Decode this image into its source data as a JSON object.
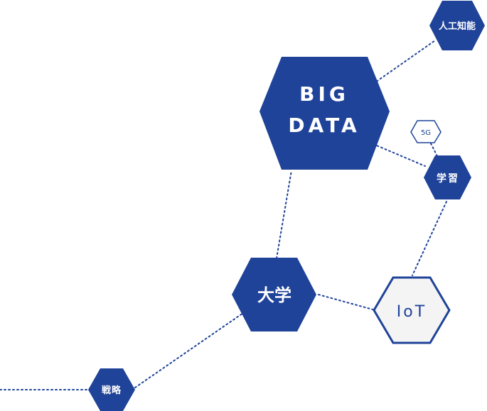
{
  "nodes": {
    "bigdata": {
      "line1": "BIG",
      "line2": "DATA"
    },
    "ai": {
      "label": "人工知能"
    },
    "fiveg": {
      "label": "5G"
    },
    "learning": {
      "label": "学習"
    },
    "university": {
      "label": "大学"
    },
    "iot": {
      "label": "IoT"
    },
    "strategy": {
      "label": "戦略"
    }
  },
  "colors": {
    "primary": "#1f4399",
    "iot_fill": "#f4f4f4"
  }
}
